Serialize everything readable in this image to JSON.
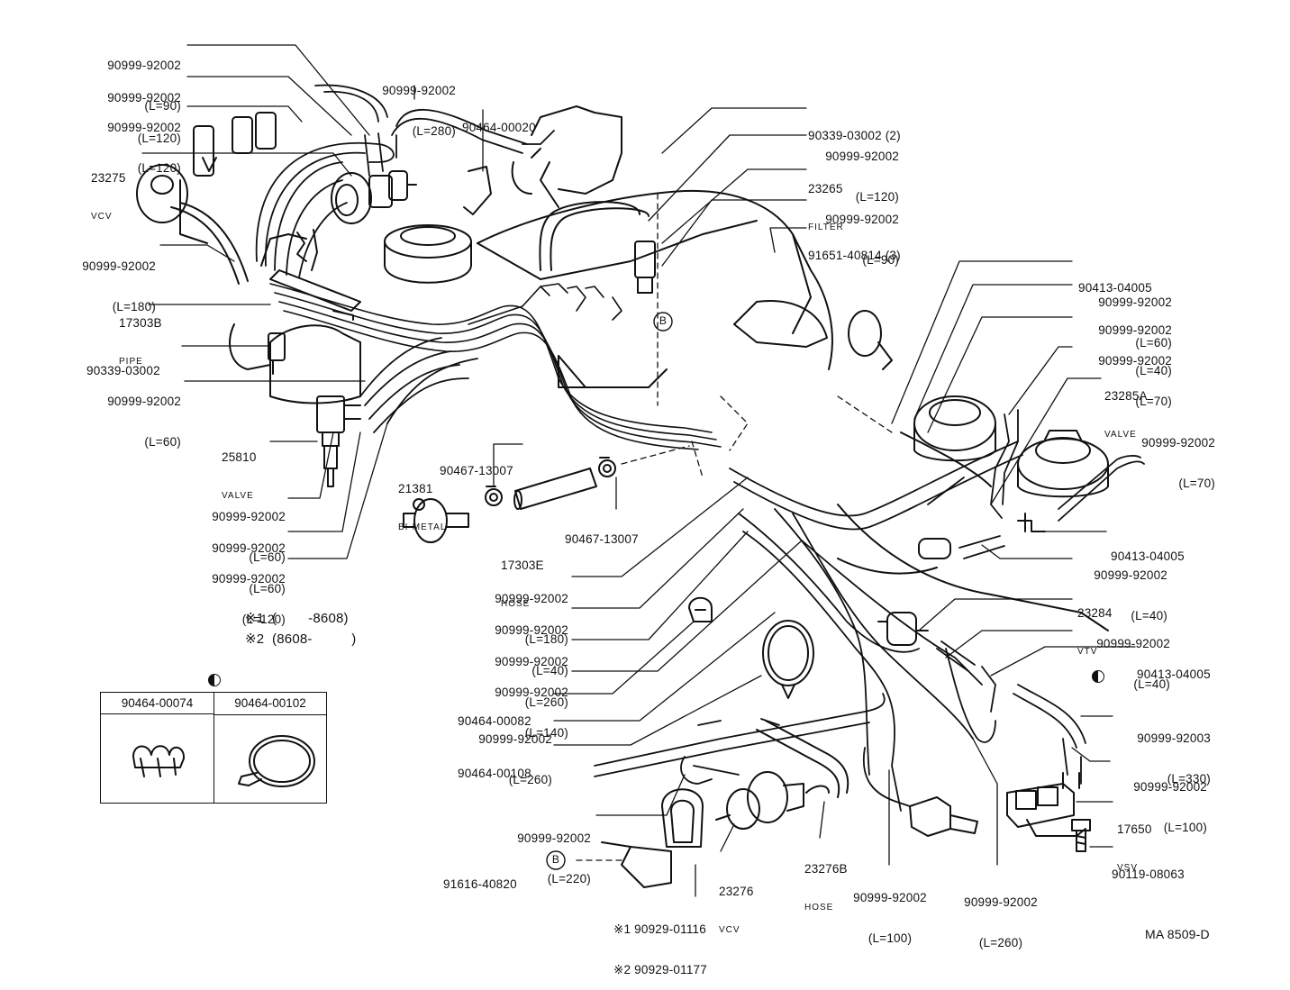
{
  "labels": {
    "p_90999_92002_L90_top": {
      "part": "90999-92002",
      "spec": "(L=90)"
    },
    "p_90999_92002_L120_a": {
      "part": "90999-92002",
      "spec": "(L=120)"
    },
    "p_90999_92002_L120_b": {
      "part": "90999-92002",
      "spec": "(L=120)"
    },
    "p_23275": {
      "part": "23275",
      "name": "VCV"
    },
    "p_90999_92002_L180_left": {
      "part": "90999-92002",
      "spec": "(L=180)"
    },
    "p_17303B": {
      "part": "17303B",
      "name": "PIPE"
    },
    "p_90339_03002_left": {
      "part": "90339-03002"
    },
    "p_90999_92002_L60_left": {
      "part": "90999-92002",
      "spec": "(L=60)"
    },
    "p_25810": {
      "part": "25810",
      "name": "VALVE"
    },
    "p_90999_92002_L60_b": {
      "part": "90999-92002",
      "spec": "(L=60)"
    },
    "p_90999_92002_L60_c": {
      "part": "90999-92002",
      "spec": "(L=60)"
    },
    "p_90999_92002_L120_c": {
      "part": "90999-92002",
      "spec": "(L=120)"
    },
    "p_90999_92002_L280": {
      "part": "90999-92002",
      "spec": "(L=280)"
    },
    "p_90464_00020": {
      "part": "90464-00020"
    },
    "p_90339_03002_2": {
      "part": "90339-03002 (2)"
    },
    "p_90999_92002_L120_d": {
      "part": "90999-92002",
      "spec": "(L=120)"
    },
    "p_23265": {
      "part": "23265",
      "name": "FILTER"
    },
    "p_90999_92002_L90_b": {
      "part": "90999-92002",
      "spec": "(L=90)"
    },
    "p_91651_40814": {
      "part": "91651-40814 (3)"
    },
    "p_90413_04005_a": {
      "part": "90413-04005"
    },
    "p_90999_92002_L60_r": {
      "part": "90999-92002",
      "spec": "(L=60)"
    },
    "p_90999_92002_L40_r": {
      "part": "90999-92002",
      "spec": "(L=40)"
    },
    "p_90999_92002_L70_r": {
      "part": "90999-92002",
      "spec": "(L=70)"
    },
    "p_23285A": {
      "part": "23285A",
      "name": "VALVE"
    },
    "p_90999_92002_L70_far": {
      "part": "90999-92002",
      "spec": "(L=70)"
    },
    "p_90413_04005_b": {
      "part": "90413-04005"
    },
    "p_90999_92002_L40_b": {
      "part": "90999-92002",
      "spec": "(L=40)"
    },
    "p_23284": {
      "part": "23284",
      "name": "VTV"
    },
    "p_90999_92002_L40_c": {
      "part": "90999-92002",
      "spec": "(L=40)"
    },
    "p_90413_04005_c": {
      "part": "90413-04005"
    },
    "p_90999_92003": {
      "part": "90999-92003",
      "spec": "(L=330)"
    },
    "p_90999_92002_L100_r": {
      "part": "90999-92002",
      "spec": "(L=100)"
    },
    "p_17650": {
      "part": "17650",
      "name": "VSV"
    },
    "p_90119_08063": {
      "part": "90119-08063"
    },
    "p_90467_13007_a": {
      "part": "90467-13007"
    },
    "p_21381": {
      "part": "21381",
      "name": "BI-METAL"
    },
    "p_17303E": {
      "part": "17303E",
      "name": "HOSE"
    },
    "p_90467_13007_b": {
      "part": "90467-13007"
    },
    "p_90999_92002_L180_m": {
      "part": "90999-92002",
      "spec": "(L=180)"
    },
    "p_90999_92002_L40_m": {
      "part": "90999-92002",
      "spec": "(L=40)"
    },
    "p_90999_92002_L260_m": {
      "part": "90999-92002",
      "spec": "(L=260)"
    },
    "p_90999_92002_L140_m": {
      "part": "90999-92002",
      "spec": "(L=140)"
    },
    "p_90464_00082": {
      "part": "90464-00082"
    },
    "p_90999_92002_L260_m2": {
      "part": "90999-92002",
      "spec": "(L=260)"
    },
    "p_90464_00108": {
      "part": "90464-00108"
    },
    "p_90999_92002_L220": {
      "part": "90999-92002",
      "spec": "(L=220)"
    },
    "p_91616_40820": {
      "part": "91616-40820"
    },
    "p_23276": {
      "part": "23276",
      "name": "VCV"
    },
    "p_23276B": {
      "part": "23276B",
      "name": "HOSE"
    },
    "p_90999_92002_L100_b": {
      "part": "90999-92002",
      "spec": "(L=100)"
    },
    "p_90999_92002_L260_b": {
      "part": "90999-92002",
      "spec": "(L=260)"
    },
    "p_90929": {
      "line1": "※1 90929-01116",
      "line2": "※2 90929-01177"
    }
  },
  "notes": {
    "note1": "※1  (        -8608)",
    "note2": "※2  (8608-          )"
  },
  "legend": {
    "col1_header": "90464-00074",
    "col2_header": "90464-00102"
  },
  "callout_letter": "B",
  "footer_code": "MA 8509-D"
}
